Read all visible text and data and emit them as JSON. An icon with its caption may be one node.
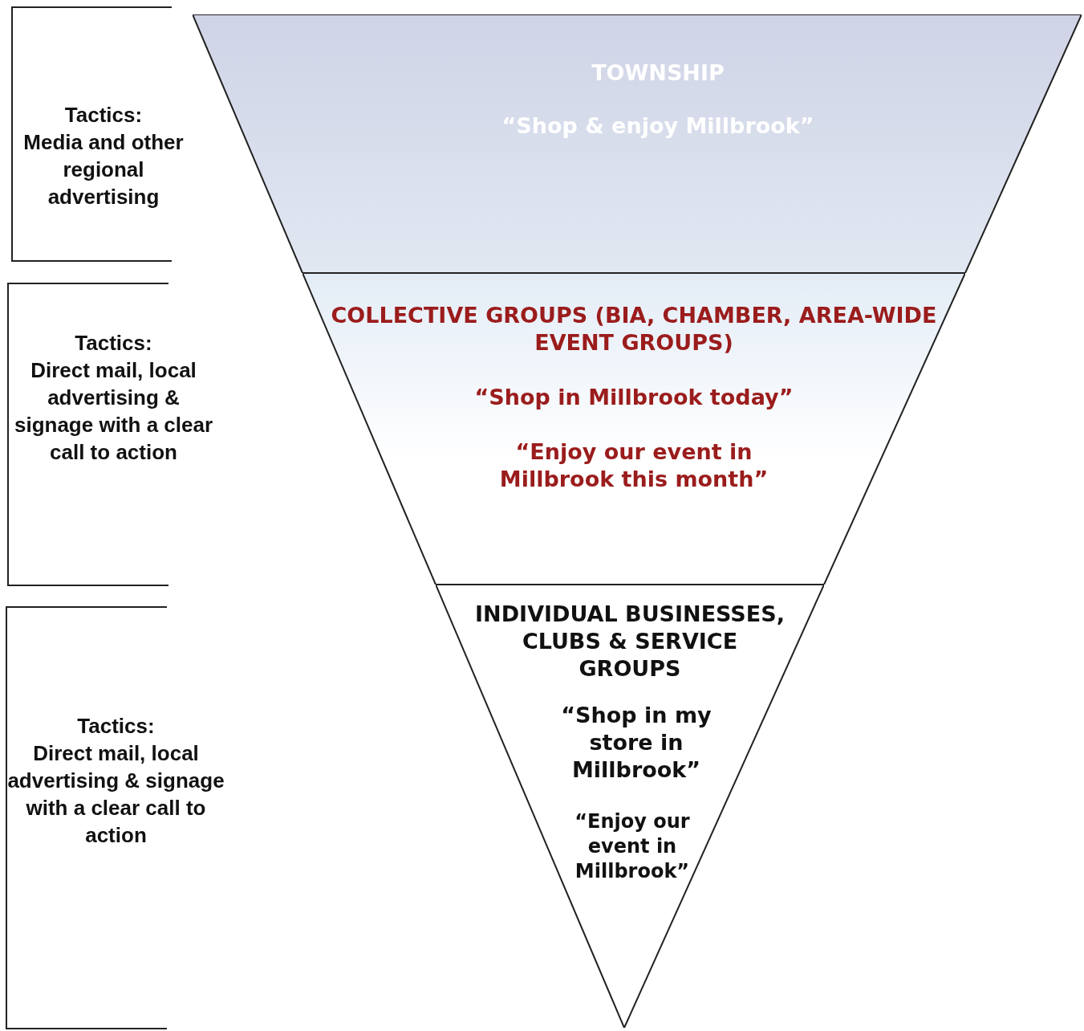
{
  "diagram": {
    "nodes": [
      {
        "text": [
          "Tactics:",
          "Media and other regional advertising"
        ]
      },
      {
        "text": [
          "TOWNSHIP",
          "“Shop & enjoy Millbrook”"
        ]
      },
      {
        "text": [
          "Tactics:",
          "Direct mail, local advertising & signage with a clear call to action"
        ]
      },
      {
        "text": [
          "COLLECTIVE GROUPS (BIA, CHAMBER, AREA-WIDE EVENT GROUPS)",
          "“Shop in Millbrook today”",
          "“Enjoy our event in Millbrook this month”"
        ]
      },
      {
        "text": [
          "Tactics:",
          "Direct mail, local advertising & signage with a clear call to action"
        ]
      },
      {
        "text": [
          "INDIVIDUAL BUSINESSES, CLUBS & SERVICE GROUPS",
          "“Shop in my store in Millbrook”",
          "“Enjoy our event in Millbrook”"
        ]
      }
    ],
    "edges": []
  }
}
